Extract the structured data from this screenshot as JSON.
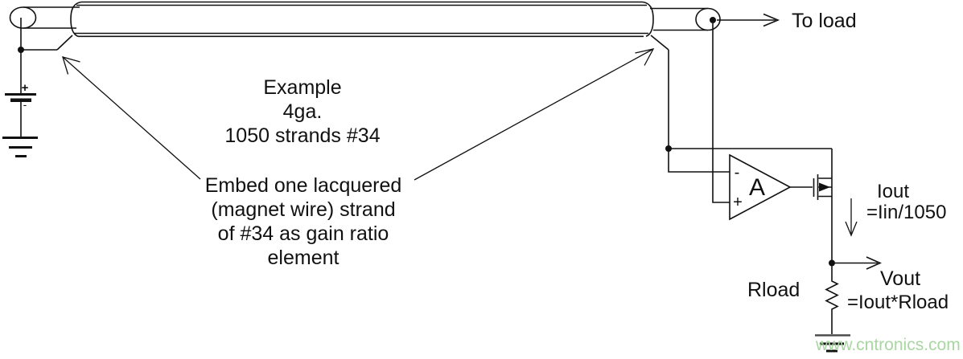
{
  "diagram": {
    "to_load_label": "To load",
    "example_note": {
      "line1": "Example",
      "line2": "4ga.",
      "line3": "1050 strands #34"
    },
    "embed_note": {
      "line1": "Embed one lacquered",
      "line2": "(magnet wire) strand",
      "line3": "of #34 as gain ratio",
      "line4": "element"
    },
    "opamp": {
      "gain_label": "A",
      "minus_label": "-",
      "plus_label": "+"
    },
    "battery": {
      "plus_label": "+",
      "minus_label": "-"
    },
    "current": {
      "label": "Iout",
      "formula": "=Iin/1050"
    },
    "output": {
      "resistor_label": "Rload",
      "label": "Vout",
      "formula": "=Iout*Rload"
    },
    "watermark": {
      "text": "www.cntronics.com",
      "color": "#a9d6a2"
    },
    "colors": {
      "line": "#111111",
      "background": "#ffffff"
    }
  }
}
